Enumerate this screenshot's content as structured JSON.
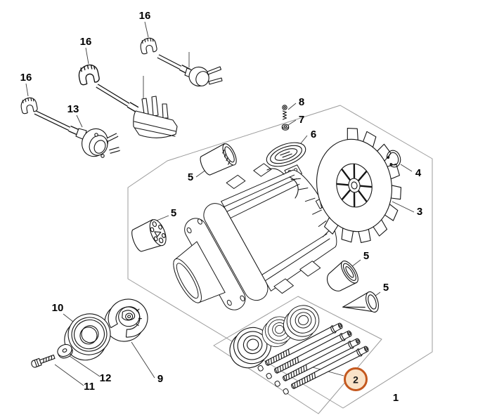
{
  "diagram": {
    "kind": "exploded-parts-diagram",
    "background": "#ffffff",
    "line_color": "#141414",
    "frame_color": "#9b9b9b",
    "callouts": [
      {
        "id": "grommet-left",
        "label": "16"
      },
      {
        "id": "grommet-middle",
        "label": "16"
      },
      {
        "id": "grommet-right",
        "label": "16"
      },
      {
        "id": "plug-eu",
        "label": "13"
      },
      {
        "id": "screw-spring",
        "label": "8"
      },
      {
        "id": "nut",
        "label": "7"
      },
      {
        "id": "cover-oval",
        "label": "6"
      },
      {
        "id": "circlip",
        "label": "4"
      },
      {
        "id": "fan-wheel",
        "label": "3"
      },
      {
        "id": "buffer-top",
        "label": "5"
      },
      {
        "id": "buffer-left",
        "label": "5"
      },
      {
        "id": "buffer-right-upper",
        "label": "5"
      },
      {
        "id": "buffer-right-lower",
        "label": "5"
      },
      {
        "id": "pulley",
        "label": "10"
      },
      {
        "id": "washer",
        "label": "12"
      },
      {
        "id": "screw-pulley",
        "label": "11"
      },
      {
        "id": "clutch",
        "label": "9"
      },
      {
        "id": "motor-assembly",
        "label": "1"
      }
    ],
    "highlight": {
      "label": "2",
      "fill": "#fae3c8",
      "stroke": "#c4581e"
    }
  }
}
